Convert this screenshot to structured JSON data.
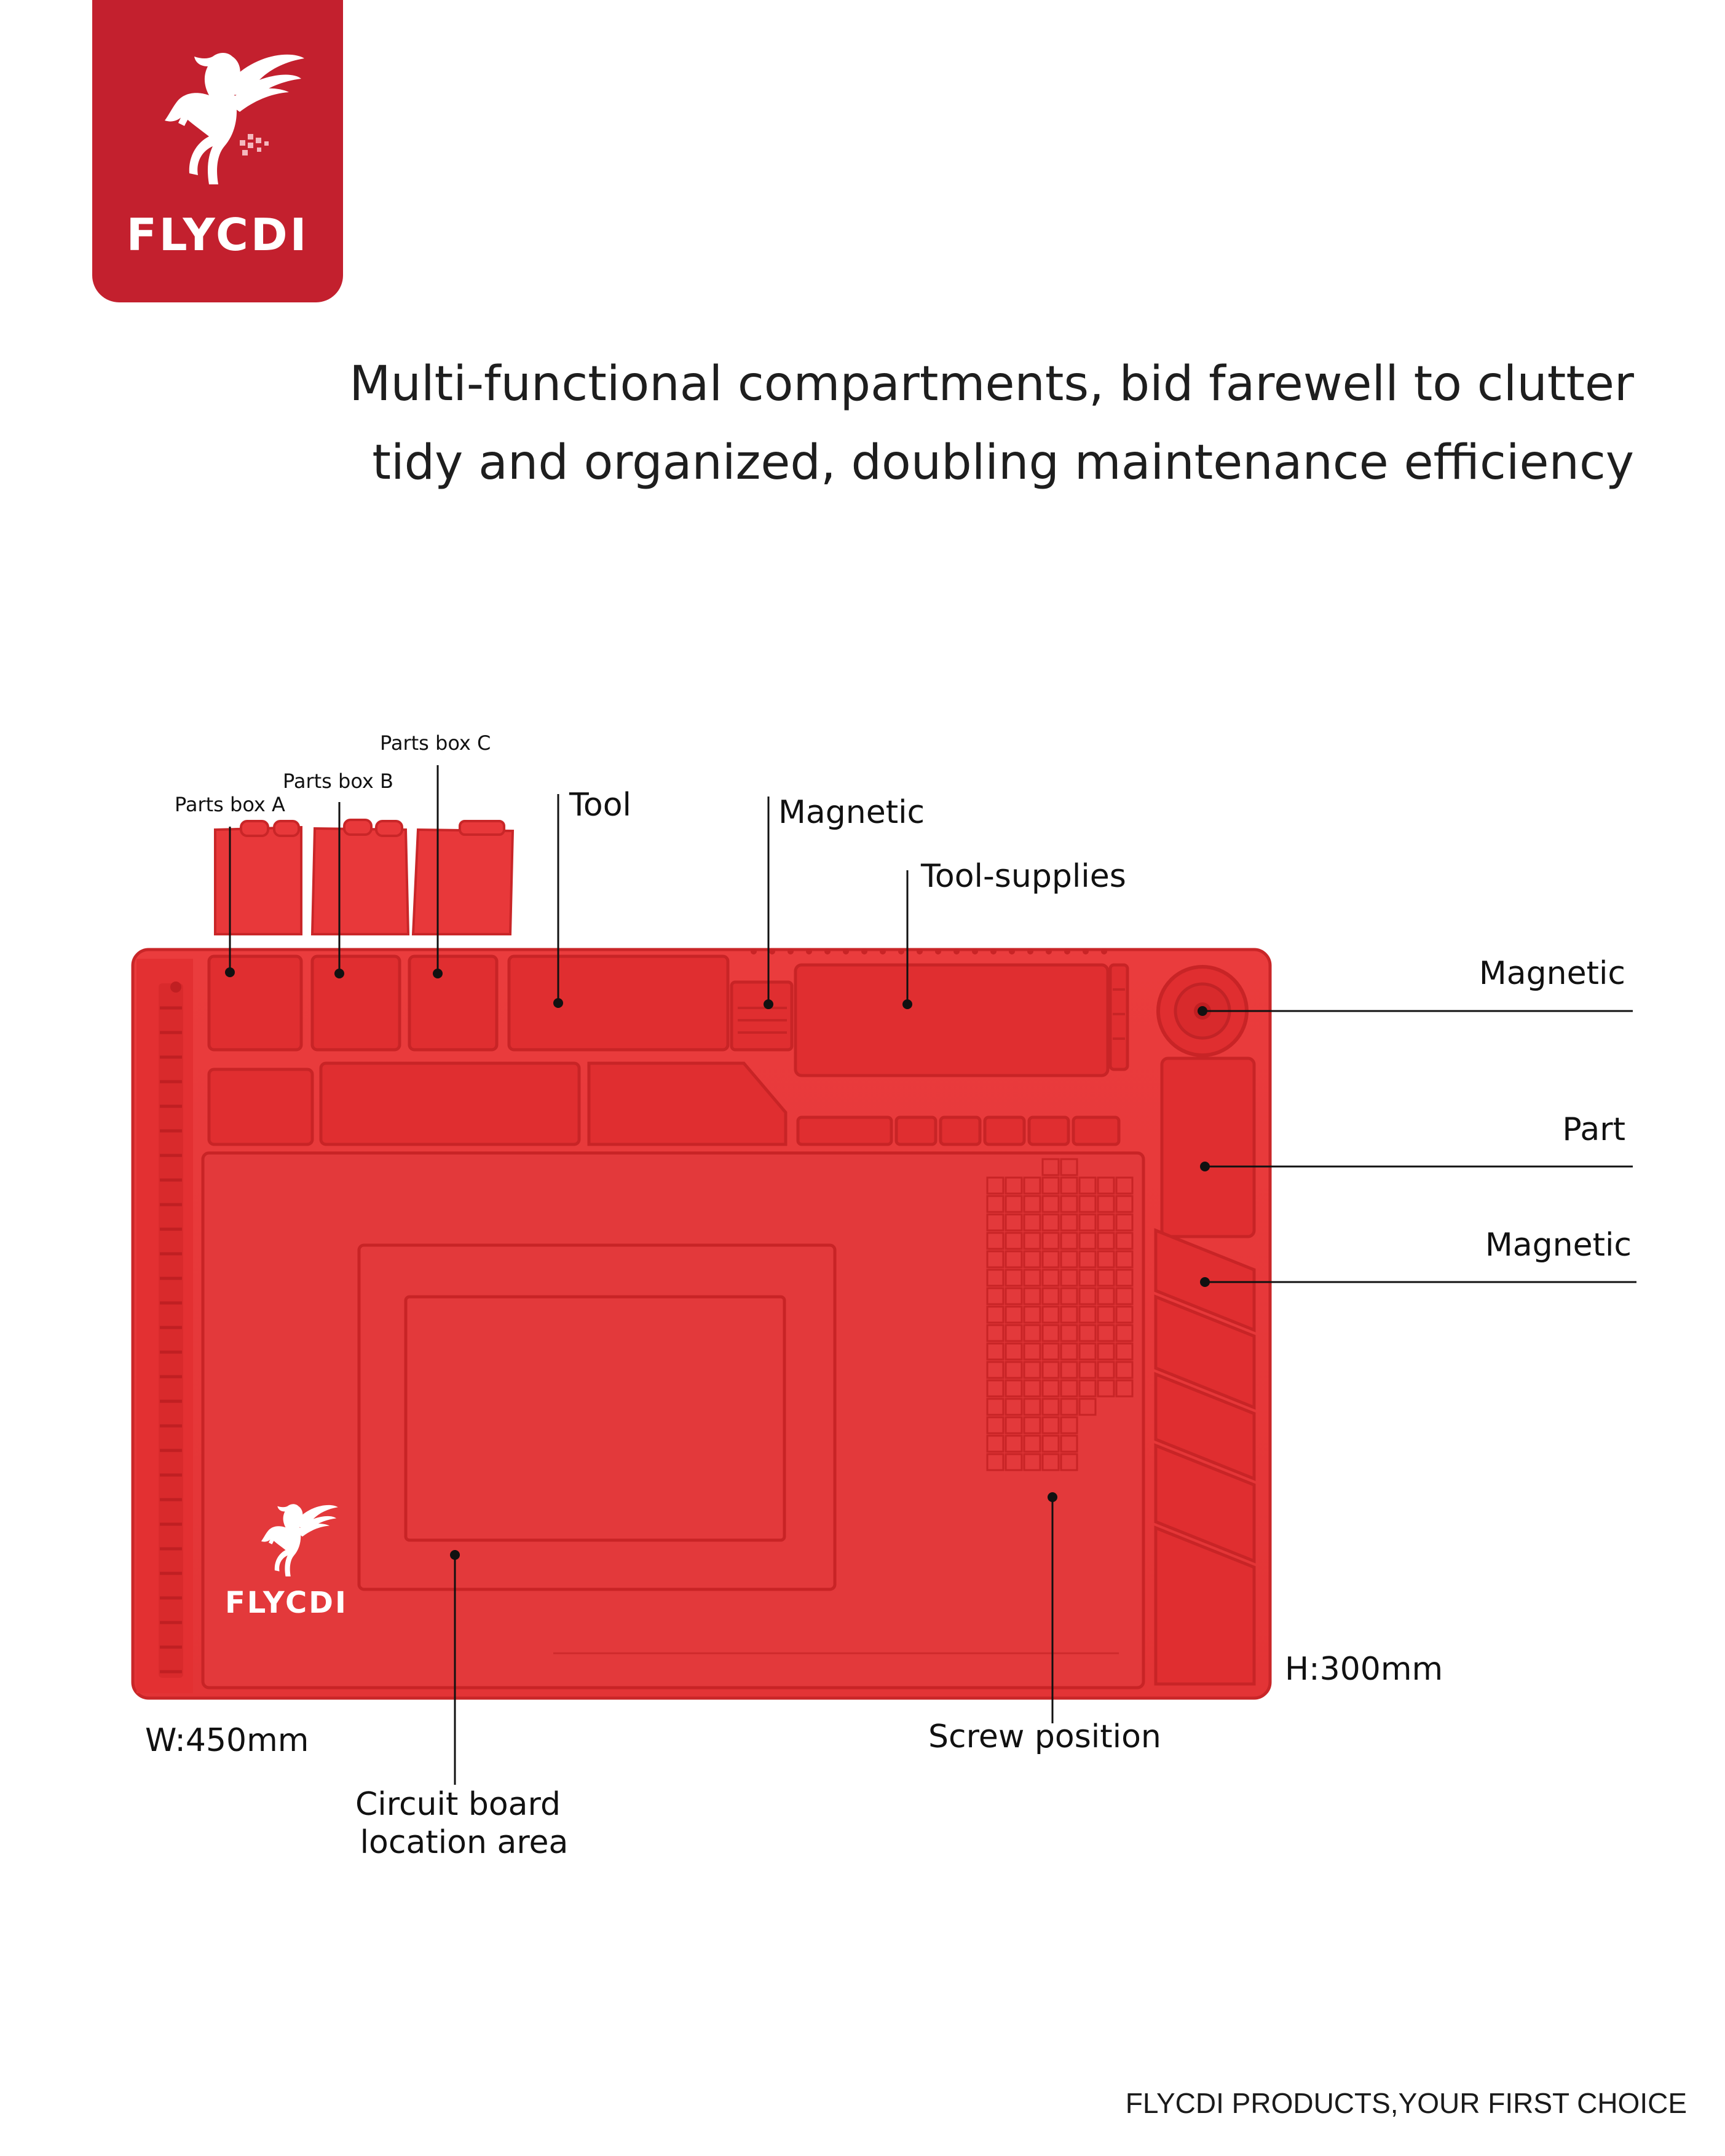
{
  "brand": {
    "logo_text": "FLYCDI",
    "badge_color": "#c3202e"
  },
  "headline": {
    "line1": "Multi-functional compartments, bid farewell to clutter",
    "line2": "tidy and organized, doubling maintenance efficiency"
  },
  "mat": {
    "color": "#e8383a",
    "logo_text": "FLYCDI"
  },
  "callouts": {
    "parts_box_a": "Parts box A",
    "parts_box_b": "Parts box B",
    "parts_box_c": "Parts box C",
    "tool": "Tool",
    "magnetic_top": "Magnetic",
    "tool_supplies": "Tool-supplies",
    "magnetic_right": "Magnetic",
    "part": "Part",
    "magnetic_lower": "Magnetic",
    "height": "H:300mm",
    "width": "W:450mm",
    "screw_position": "Screw position",
    "circuit_board_line1": "Circuit board",
    "circuit_board_line2": "location area"
  },
  "footer": {
    "slogan": "FLYCDI  PRODUCTS,YOUR FIRST CHOICE"
  }
}
